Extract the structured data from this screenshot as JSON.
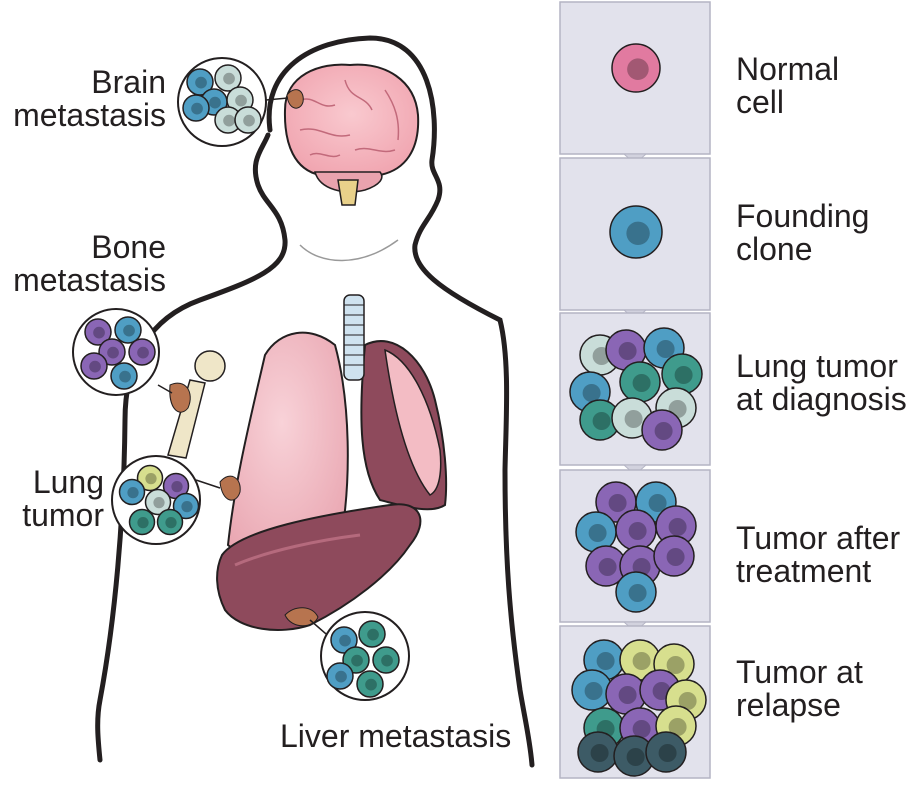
{
  "body_labels": {
    "brain": "Brain\nmetastasis",
    "bone": "Bone\nmetastasis",
    "lung": "Lung\ntumor",
    "liver": "Liver metastasis"
  },
  "stages": [
    {
      "label": "Normal\ncell"
    },
    {
      "label": "Founding\nclone"
    },
    {
      "label": "Lung tumor\nat diagnosis"
    },
    {
      "label": "Tumor after\ntreatment"
    },
    {
      "label": "Tumor at\nrelapse"
    }
  ],
  "colors": {
    "normal_cell": "#e17aa0",
    "founding_clone": "#4f9ec4",
    "subclone_purple": "#8a66b5",
    "subclone_teal": "#3f9b8c",
    "subclone_pale": "#c9ddd9",
    "subclone_yellow": "#d7df8e",
    "subclone_dark": "#3d5b66",
    "lung": "#f3bcc4",
    "liver": "#8e4a5c",
    "panel_bg": "#e2e2ec"
  }
}
